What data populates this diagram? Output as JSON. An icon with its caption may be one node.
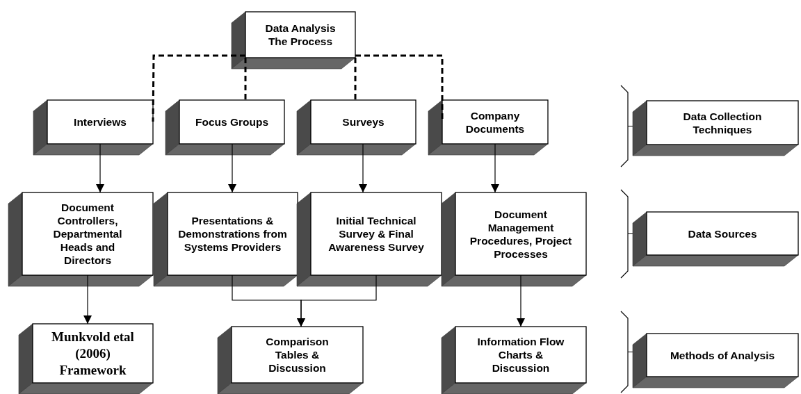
{
  "diagram": {
    "nodes": [
      {
        "text": [
          "Data Analysis The Process"
        ]
      },
      {
        "text": [
          "Interviews"
        ]
      },
      {
        "text": [
          "Focus Groups"
        ]
      },
      {
        "text": [
          "Surveys"
        ]
      },
      {
        "text": [
          "Company Documents"
        ]
      },
      {
        "text": [
          "Document Controllers, Departmental Heads and Directors"
        ]
      },
      {
        "text": [
          "Presentations & Demonstrations from Systems Providers"
        ]
      },
      {
        "text": [
          "Initial Technical Survey & Final Awareness Survey"
        ]
      },
      {
        "text": [
          "Document Management Procedures, Project Processes"
        ]
      },
      {
        "text": [
          "Munkvold etal (2006) Framework"
        ]
      },
      {
        "text": [
          "Comparison Tables & Discussion"
        ]
      },
      {
        "text": [
          "Information Flow Charts & Discussion"
        ]
      },
      {
        "text": [
          "Data Collection Techniques"
        ]
      },
      {
        "text": [
          "Data Sources"
        ]
      },
      {
        "text": [
          "Methods of Analysis"
        ]
      }
    ],
    "edges": [
      {
        "from": 0,
        "to": 1,
        "arrow": "none",
        "style": "dashed"
      },
      {
        "from": 0,
        "to": 2,
        "arrow": "none",
        "style": "dashed"
      },
      {
        "from": 0,
        "to": 3,
        "arrow": "none",
        "style": "dashed"
      },
      {
        "from": 0,
        "to": 4,
        "arrow": "none",
        "style": "dashed"
      },
      {
        "from": 1,
        "to": 5,
        "arrow": "to"
      },
      {
        "from": 2,
        "to": 6,
        "arrow": "to"
      },
      {
        "from": 3,
        "to": 7,
        "arrow": "to"
      },
      {
        "from": 4,
        "to": 8,
        "arrow": "to"
      },
      {
        "from": 5,
        "to": 9,
        "arrow": "to"
      },
      {
        "from": 6,
        "to": 10,
        "arrow": "to"
      },
      {
        "from": 7,
        "to": 10,
        "arrow": "to"
      },
      {
        "from": 8,
        "to": 11,
        "arrow": "to"
      }
    ]
  }
}
